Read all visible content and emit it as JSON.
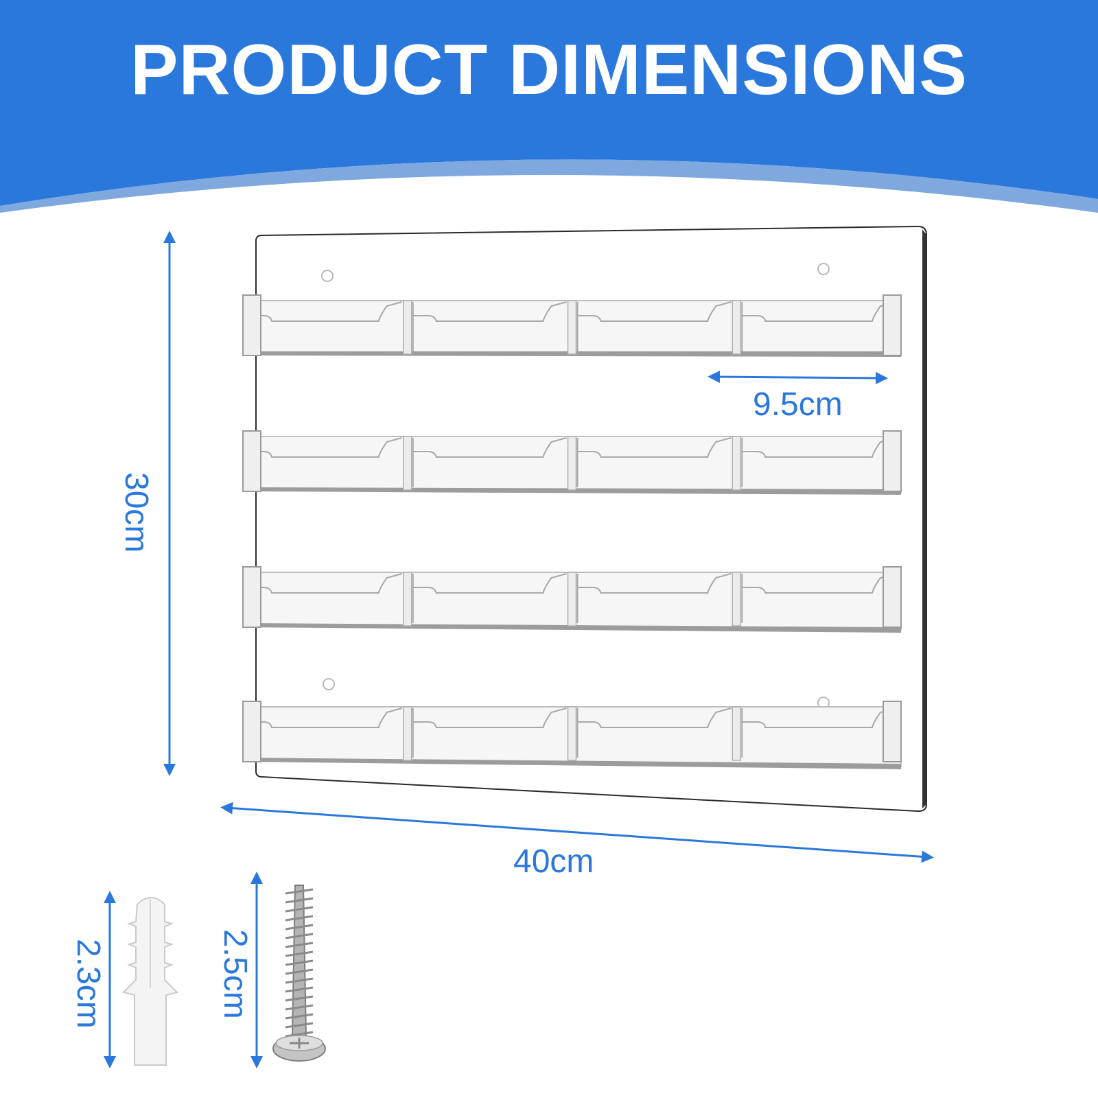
{
  "header": {
    "title": "PRODUCT DIMENSIONS",
    "background_color": "#2a78dc",
    "accent_color": "#7fa8de"
  },
  "holder": {
    "rows": 4,
    "pockets_per_row": 4
  },
  "dimensions": {
    "height": "30cm",
    "width": "40cm",
    "pocket_width": "9.5cm",
    "anchor_length": "2.3cm",
    "screw_length": "2.5cm"
  },
  "colors": {
    "dimension_line": "#2a78dc",
    "label": "#2a78dc"
  }
}
